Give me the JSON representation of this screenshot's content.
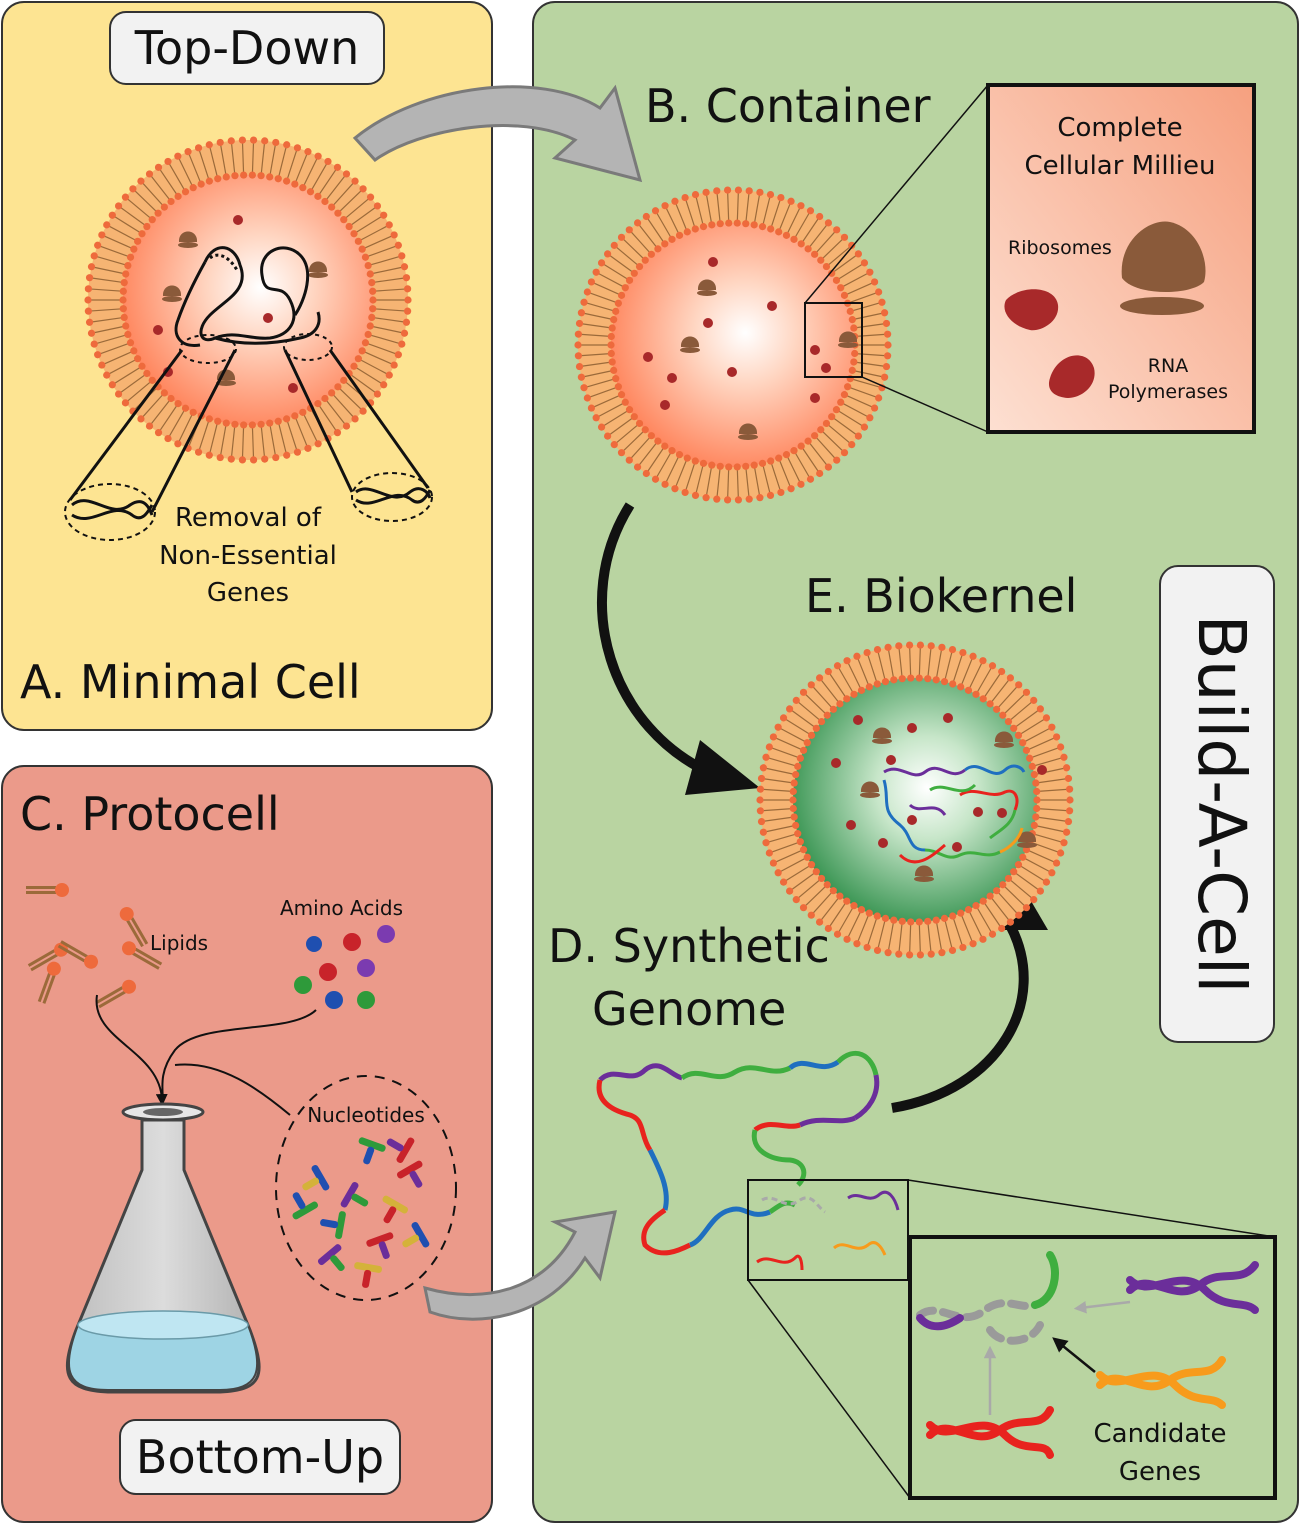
{
  "labels": {
    "top_down": "Top-Down",
    "bottom_up": "Bottom-Up",
    "build_a_cell": "Build-A-Cell",
    "panel_a": "A. Minimal Cell",
    "panel_b": "B. Container",
    "panel_c": "C. Protocell",
    "panel_d_line1": "D. Synthetic",
    "panel_d_line2": "Genome",
    "panel_e": "E. Biokernel",
    "removal_line1": "Removal of",
    "removal_line2": "Non-Essential",
    "removal_line3": "Genes",
    "milieu_line1": "Complete",
    "milieu_line2": "Cellular Millieu",
    "ribosomes": "Ribosomes",
    "rna_line1": "RNA",
    "rna_line2": "Polymerases",
    "lipids": "Lipids",
    "amino_acids": "Amino Acids",
    "nucleotides": "Nucleotides",
    "candidate_line1": "Candidate",
    "candidate_line2": "Genes"
  },
  "colors": {
    "panel_a_bg": "#fde492",
    "panel_c_bg": "#eb9a8a",
    "panel_right_bg": "#b9d4a1",
    "membrane": "#f6b473",
    "lipid_head": "#ee6a3c",
    "cell_core": "#ff9a7a",
    "biokernel_core": "#3c9b54",
    "ribosome": "#8a5a3a",
    "polymerase": "#a8292a",
    "gene_red": "#e8231e",
    "gene_blue": "#1f6fc0",
    "gene_green": "#3fae3f",
    "gene_purple": "#6b2e9a",
    "gene_orange": "#f79b1c",
    "arrow_gray": "#b4b4b4"
  }
}
